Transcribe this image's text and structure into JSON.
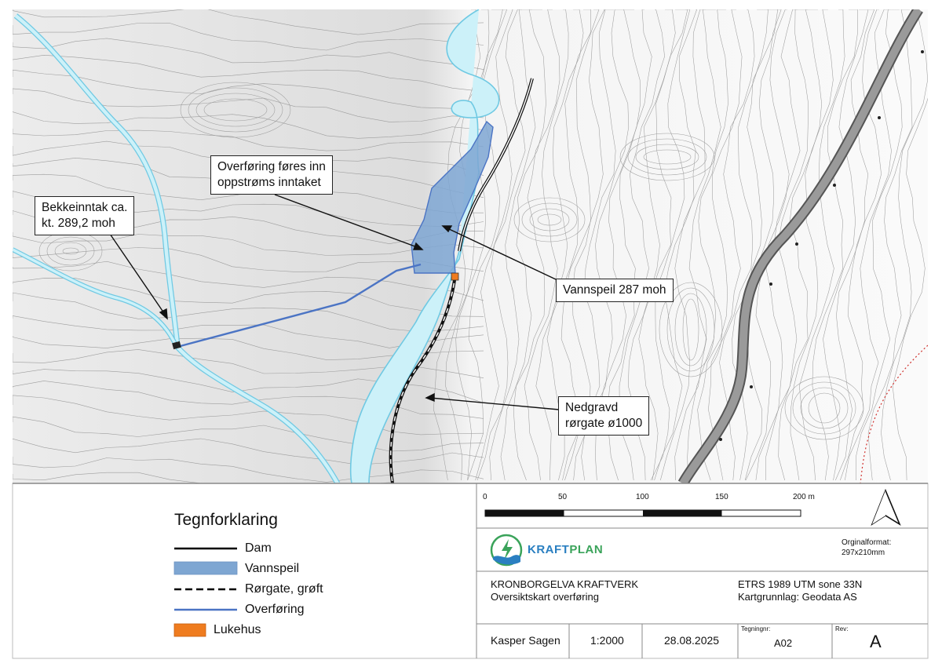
{
  "callouts": {
    "inlet": {
      "line1": "Bekkeinntak ca.",
      "line2": "kt. 289,2 moh"
    },
    "transfer_in": {
      "line1": "Overføring føres inn",
      "line2": "oppstrøms inntaket"
    },
    "water_level": {
      "line1": "Vannspeil 287 moh"
    },
    "pipe": {
      "line1": "Nedgravd",
      "line2": "rørgate ø1000"
    }
  },
  "legend": {
    "title": "Tegnforklaring",
    "items": [
      {
        "label": "Dam",
        "symbol": "solid-line",
        "color": "#000000"
      },
      {
        "label": "Vannspeil",
        "symbol": "fill-box",
        "color": "#7ea6d2"
      },
      {
        "label": "Rørgate, grøft",
        "symbol": "dashed-line",
        "color": "#000000"
      },
      {
        "label": "Overføring",
        "symbol": "solid-line",
        "color": "#4b74c4"
      },
      {
        "label": "Lukehus",
        "symbol": "fill-box",
        "color": "#ef7c1f"
      }
    ]
  },
  "scalebar": {
    "ticks": [
      "0",
      "50",
      "100",
      "150",
      "200 m"
    ]
  },
  "north_arrow": {
    "icon": "north-arrow-icon"
  },
  "logo": {
    "text_a": "KRAFT",
    "text_b": "PLAN",
    "color_a": "#2a7fc1",
    "color_b": "#3aa35a"
  },
  "format": {
    "label": "Orginalformat:",
    "value": "297x210mm"
  },
  "project": {
    "name": "KRONBORGELVA KRAFTVERK",
    "subtitle": "Oversiktskart overføring"
  },
  "crs": {
    "line1": "ETRS 1989 UTM sone 33N",
    "line2": "Kartgrunnlag: Geodata AS"
  },
  "titleblock": {
    "author": "Kasper Sagen",
    "scale": "1:2000",
    "date": "28.08.2025",
    "drawing_no_label": "Tegningnr:",
    "drawing_no": "A02",
    "rev_label": "Rev:",
    "rev": "A"
  },
  "colors": {
    "river": "#ccf1f9",
    "river_edge": "#6fc9e3",
    "reservoir": "#7ea6d2",
    "transfer": "#4b74c4",
    "road": "#9a9a9a",
    "contour": "#9d9d9d",
    "gatehouse": "#ef7c1f"
  }
}
